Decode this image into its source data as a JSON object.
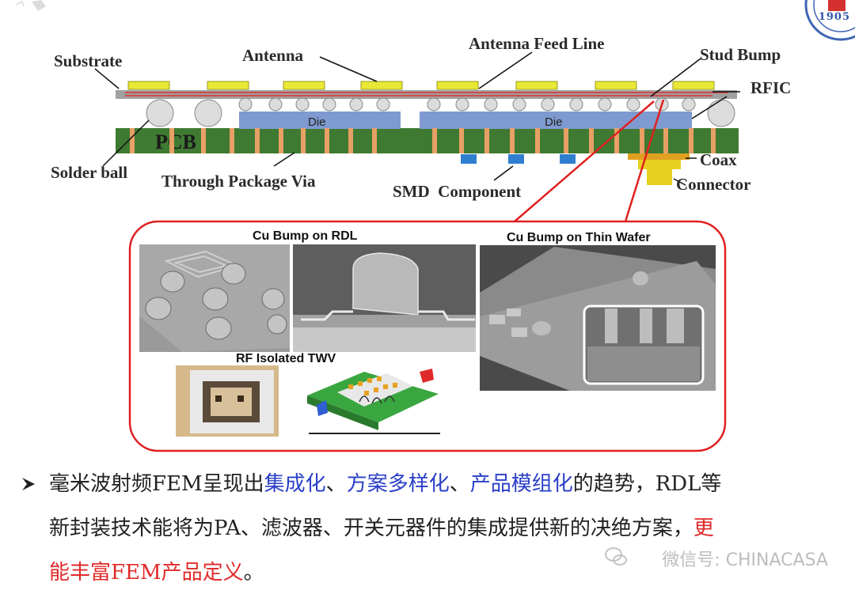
{
  "diagram": {
    "labels": {
      "substrate": "Substrate",
      "antenna": "Antenna",
      "antenna_feed_line": "Antenna Feed Line",
      "stud_bump": "Stud Bump",
      "rfic": "RFIC",
      "die_left": "Die",
      "die_right": "Die",
      "pcb": "PCB",
      "solder_ball": "Solder ball",
      "through_package_via": "Through Package Via",
      "smd_component": "SMD  Component",
      "coax": "Coax",
      "connector": "Connector"
    },
    "photos": {
      "cu_bump_on_rdl": "Cu Bump on RDL",
      "cu_bump_on_thin_wafer": "Cu Bump on Thin Wafer",
      "rf_isolated_twv": "RF Isolated TWV"
    },
    "colors": {
      "pcb": "#3f7a32",
      "die": "#7f9ad0",
      "substrate": "#9e9e9e",
      "antenna": "#e8e836",
      "via": "#e8a066",
      "smd": "#2f7fd0",
      "callout": "#e02020"
    }
  },
  "text": {
    "line1_a": "毫米波射频FEM呈现出",
    "line1_b": "集成化",
    "line1_c": "、",
    "line1_d": "方案多样化",
    "line1_e": "、",
    "line1_f": "产品模组化",
    "line1_g": "的趋势，RDL等",
    "line2": "新封装技术能将为PA、滤波器、开关元器件的集成提供新的决绝方案，",
    "line2_red": "更",
    "line3_red": "能丰富FEM产品定义",
    "line3_end": "。"
  },
  "watermark": "微信号: CHINACASA",
  "logo_year": "1905"
}
